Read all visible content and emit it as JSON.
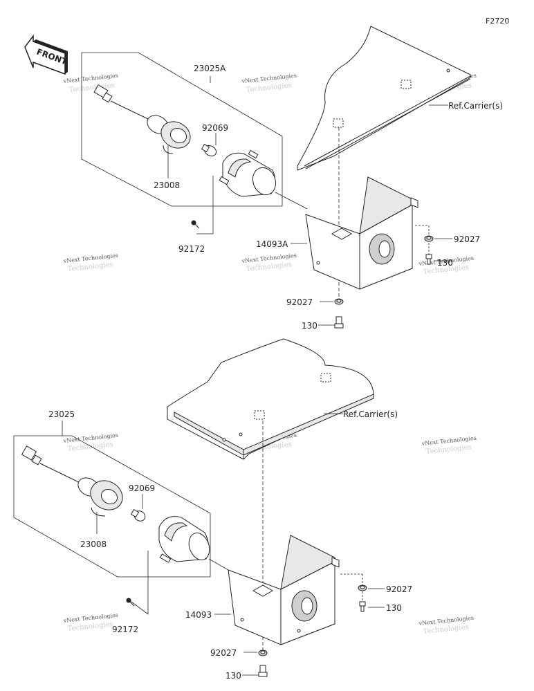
{
  "figure_code": "F2720",
  "front_arrow": {
    "label": "FRONT"
  },
  "watermark": {
    "text": "vNext Technologies",
    "ghost": "Technologies"
  },
  "upper_assembly": {
    "assembly_label": "23025A",
    "socket_label": "23008",
    "bulb_label": "92069",
    "screw_label": "92172",
    "bracket_label": "14093A",
    "nut_right_label": "92027",
    "bolt_right_label": "130",
    "nut_bottom_label": "92027",
    "bolt_bottom_label": "130",
    "ref_label": "Ref.Carrier(s)"
  },
  "lower_assembly": {
    "assembly_label": "23025",
    "socket_label": "23008",
    "bulb_label": "92069",
    "screw_label": "92172",
    "bracket_label": "14093",
    "nut_right_label": "92027",
    "bolt_right_label": "130",
    "nut_bottom_label": "92027",
    "bolt_bottom_label": "130",
    "ref_label": "Ref.Carrier(s)"
  }
}
